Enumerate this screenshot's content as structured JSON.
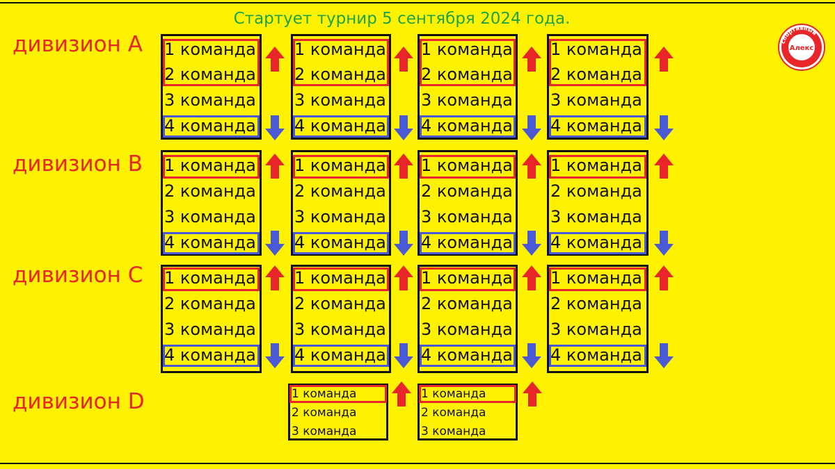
{
  "title": "Стартует турнир 5 сентября 2024 года.",
  "colors": {
    "background": "#fff200",
    "promotion": "#e8262a",
    "relegation": "#4a5ad6",
    "title": "#1fa34a",
    "division_label": "#e8262a"
  },
  "logo": {
    "text": "Алекс",
    "ring_text": "спортивный"
  },
  "divisions": [
    {
      "label": "дивизион А",
      "groups": [
        {
          "teams": [
            "1 команда",
            "2 команда",
            "3 команда",
            "4 команда"
          ]
        },
        {
          "teams": [
            "1 команда",
            "2 команда",
            "3 команда",
            "4 команда"
          ]
        },
        {
          "teams": [
            "1 команда",
            "2 команда",
            "3 команда",
            "4 команда"
          ]
        },
        {
          "teams": [
            "1 команда",
            "2 команда",
            "3 команда",
            "4 команда"
          ]
        }
      ]
    },
    {
      "label": "дивизион В",
      "groups": [
        {
          "teams": [
            "1 команда",
            "2 команда",
            "3 команда",
            "4 команда"
          ]
        },
        {
          "teams": [
            "1 команда",
            "2 команда",
            "3 команда",
            "4 команда"
          ]
        },
        {
          "teams": [
            "1 команда",
            "2 команда",
            "3 команда",
            "4 команда"
          ]
        },
        {
          "teams": [
            "1 команда",
            "2 команда",
            "3 команда",
            "4 команда"
          ]
        }
      ]
    },
    {
      "label": "дивизион С",
      "groups": [
        {
          "teams": [
            "1 команда",
            "2 команда",
            "3 команда",
            "4 команда"
          ]
        },
        {
          "teams": [
            "1 команда",
            "2 команда",
            "3 команда",
            "4 команда"
          ]
        },
        {
          "teams": [
            "1 команда",
            "2 команда",
            "3 команда",
            "4 команда"
          ]
        },
        {
          "teams": [
            "1 команда",
            "2 команда",
            "3 команда",
            "4 команда"
          ]
        }
      ]
    },
    {
      "label": "дивизион D",
      "groups": [
        {
          "teams": [
            "1 команда",
            "2 команда",
            "3 команда"
          ]
        },
        {
          "teams": [
            "1 команда",
            "2 команда",
            "3 команда"
          ]
        }
      ]
    }
  ]
}
